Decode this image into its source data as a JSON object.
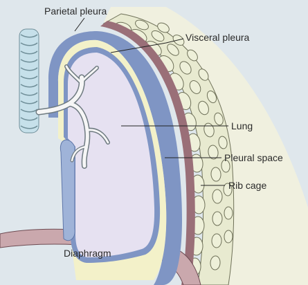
{
  "labels": {
    "parietal_pleura": "Parietal pleura",
    "visceral_pleura": "Visceral pleura",
    "lung": "Lung",
    "pleural_space": "Pleural space",
    "rib_cage": "Rib cage",
    "diaphragm": "Diaphragm"
  },
  "colors": {
    "background": "#dfe7ec",
    "lung": "#e6e1f1",
    "pleura_blue": "#7f95c4",
    "pleural_space": "#f3f1c9",
    "rib_bone": "#eef0d9",
    "rib_outline": "#6e7058",
    "muscle": "#9a6f78",
    "diaphragm": "#caa8ad",
    "trachea": "#c6e0ea",
    "bronchi": "#f6f6f6",
    "leader_line": "#222222"
  }
}
